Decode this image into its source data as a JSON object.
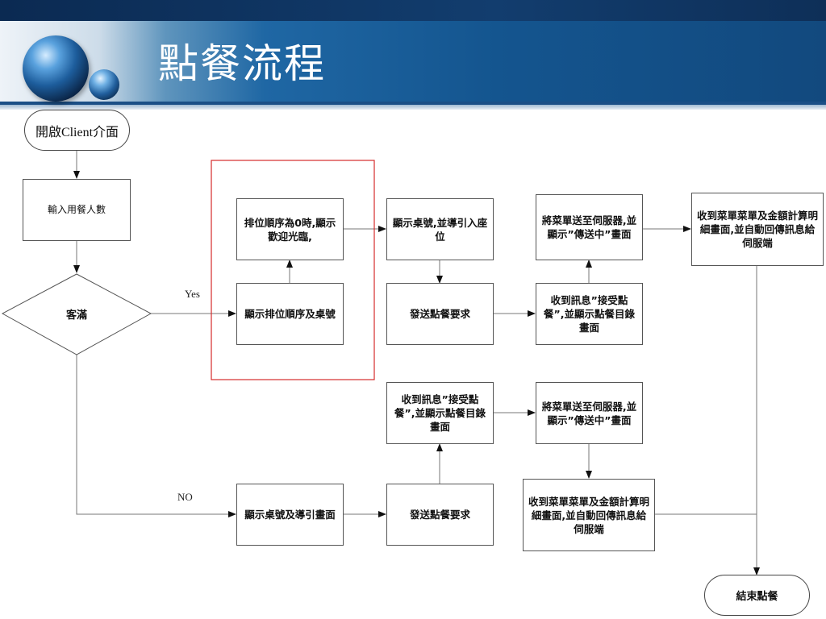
{
  "slide": {
    "title": "點餐流程"
  },
  "flow": {
    "start": "開啟Client介面",
    "input_people": "輸入用餐人數",
    "full_decision": "客滿",
    "yes_label": "Yes",
    "no_label": "NO",
    "show_queue": "顯示排位順序及桌號",
    "queue_zero": "排位順序為0時,顯示歡迎光臨,",
    "show_table_guide": "顯示桌號,並導引入座位",
    "send_order_top": "發送點餐要求",
    "recv_accept_top": "收到訊息”接受點餐”,並顯示點餐目錄畫面",
    "send_menu_top": "將菜單送至伺服器,並顯示”傳送中”畫面",
    "recv_detail_top": "收到菜單菜單及金額計算明細畫面,並自動回傳訊息給伺服端",
    "show_table_no": "顯示桌號及導引畫面",
    "send_order_bottom": "發送點餐要求",
    "recv_accept_bottom": "收到訊息”接受點餐”,並顯示點餐目錄畫面",
    "send_menu_bottom": "將菜單送至伺服器,並顯示”傳送中”畫面",
    "recv_detail_bottom": "收到菜單菜單及金額計算明細畫面,並自動回傳訊息給伺服端",
    "end": "結束點餐"
  },
  "colors": {
    "highlight_border": "#d62b2b",
    "header_dark": "#0b2a52",
    "header_blue": "#1f67a4"
  }
}
